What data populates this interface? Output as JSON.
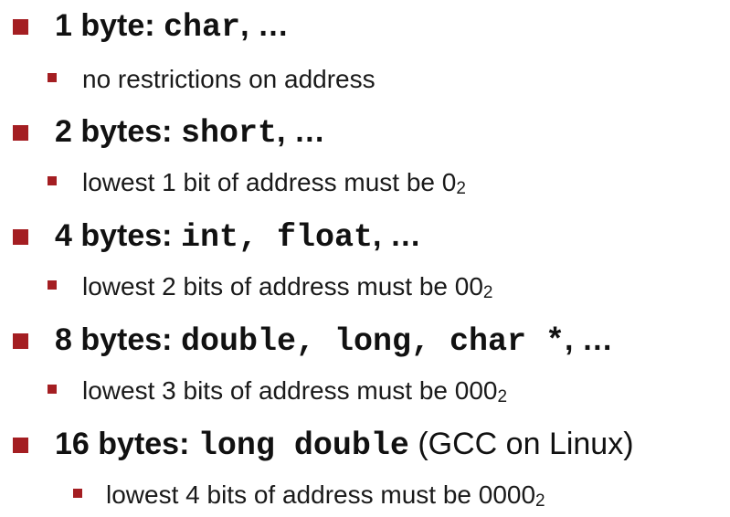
{
  "items": [
    {
      "prefix": "1 byte: ",
      "types": "char",
      "suffix": ", …",
      "note": "",
      "detail": "no restrictions on address",
      "detail_sub": ""
    },
    {
      "prefix": "2 bytes: ",
      "types": "short",
      "suffix": ", …",
      "note": "",
      "detail": "lowest 1 bit of address must be 0",
      "detail_sub": "2"
    },
    {
      "prefix": "4 bytes: ",
      "types": "int, float",
      "suffix": ", …",
      "note": "",
      "detail": "lowest 2 bits of address must be 00",
      "detail_sub": "2"
    },
    {
      "prefix": "8 bytes: ",
      "types": "double, long, char *",
      "suffix": ", …",
      "note": "",
      "detail": "lowest 3 bits of address must be 000",
      "detail_sub": "2"
    },
    {
      "prefix": "16 bytes: ",
      "types": "long double",
      "suffix": "",
      "note": " (GCC on Linux)",
      "detail": "lowest 4 bits of address must be 0000",
      "detail_sub": "2"
    }
  ],
  "colors": {
    "bullet": "#a41e22",
    "text": "#111111"
  }
}
